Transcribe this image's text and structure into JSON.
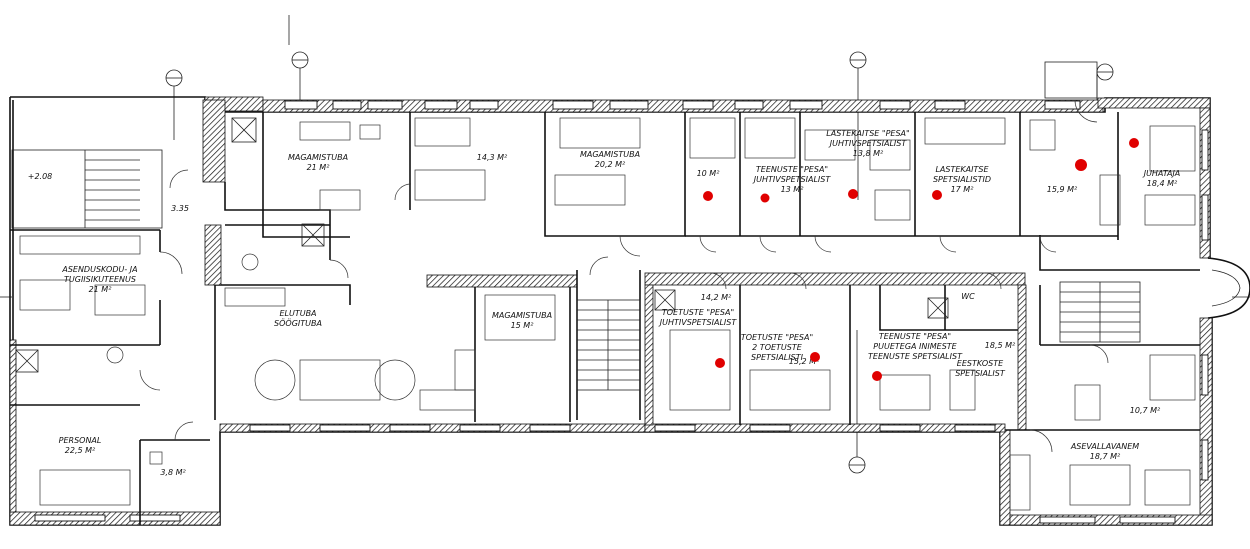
{
  "rooms": [
    {
      "id": "magamistuba-1",
      "lines": [
        "MAGAMISTUBA",
        "21 M²"
      ]
    },
    {
      "id": "room-14-3",
      "lines": [
        "14,3 M²"
      ]
    },
    {
      "id": "magamistuba-2",
      "lines": [
        "MAGAMISTUBA",
        "20,2 M²"
      ]
    },
    {
      "id": "room-10",
      "lines": [
        "10 M²"
      ]
    },
    {
      "id": "teenuste-pesa-1",
      "lines": [
        "TEENUSTE \"PESA\"",
        "JUHTIVSPETSIALIST",
        "13 M²"
      ]
    },
    {
      "id": "lastekaitse-pesa",
      "lines": [
        "LASTEKAITSE \"PESA\"",
        "JUHTIVSPETSIALIST",
        "13,8 M²"
      ]
    },
    {
      "id": "lastekaitse-spets",
      "lines": [
        "LASTEKAITSE",
        "SPETSIALISTID",
        "17 M²"
      ]
    },
    {
      "id": "room-15-9",
      "lines": [
        "15,9 M²"
      ]
    },
    {
      "id": "juhataja",
      "lines": [
        "JUHATAJA",
        "18,4 M²"
      ]
    },
    {
      "id": "level-208",
      "lines": [
        "+2.08"
      ]
    },
    {
      "id": "level-335",
      "lines": [
        "3.35"
      ]
    },
    {
      "id": "asendusk",
      "lines": [
        "ASENDUSKODU- JA",
        "TUGIISIKUTEENUS",
        "21 M²"
      ]
    },
    {
      "id": "elutuba",
      "lines": [
        "ELUTUBA",
        "SÖÖGITUBA"
      ]
    },
    {
      "id": "magamistuba-3",
      "lines": [
        "MAGAMISTUBA",
        "15 M²"
      ]
    },
    {
      "id": "toetuste-pesa",
      "lines": [
        "TOETUSTE \"PESA\"",
        "JUHTIVSPETSIALIST"
      ]
    },
    {
      "id": "room-14-2",
      "lines": [
        "14,2 M²"
      ]
    },
    {
      "id": "toetuste-2",
      "lines": [
        "TOETUSTE \"PESA\"",
        "2 TOETUSTE",
        "SPETSIALISTI"
      ]
    },
    {
      "id": "room-15-2",
      "lines": [
        "15,2 M²"
      ]
    },
    {
      "id": "wc",
      "lines": [
        "WC"
      ]
    },
    {
      "id": "teenuste-pesa-2",
      "lines": [
        "TEENUSTE \"PESA\"",
        "PUUETEGA INIMESTE",
        "TEENUSTE SPETSIALIST"
      ]
    },
    {
      "id": "room-18-5",
      "lines": [
        "18,5 M²"
      ]
    },
    {
      "id": "eestkoste",
      "lines": [
        "EESTKOSTE",
        "SPETSIALIST"
      ]
    },
    {
      "id": "room-10-7",
      "lines": [
        "10,7 M²"
      ]
    },
    {
      "id": "personal",
      "lines": [
        "PERSONAL",
        "22,5 M²"
      ]
    },
    {
      "id": "room-3-8",
      "lines": [
        "3,8 M²"
      ]
    },
    {
      "id": "asevallavanem",
      "lines": [
        "ASEVALLAVANEM",
        "18,7 M²"
      ]
    }
  ],
  "markers": {
    "color": "#e00000",
    "count": 9
  }
}
